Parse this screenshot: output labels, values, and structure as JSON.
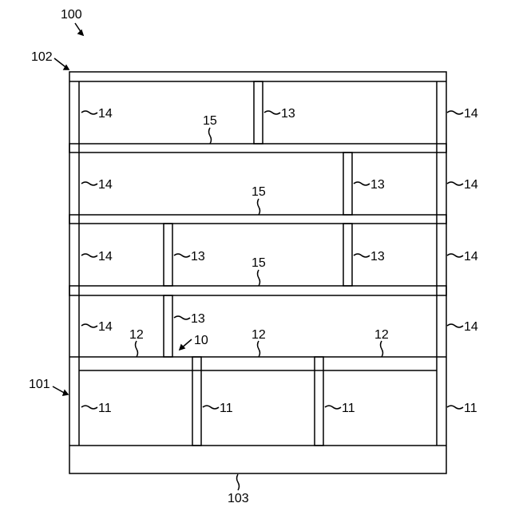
{
  "labels": {
    "ref_100": "100",
    "ref_102": "102",
    "ref_101": "101",
    "ref_103": "103",
    "ref_10": "10",
    "ref_11": "11",
    "ref_12": "12",
    "ref_13": "13",
    "ref_14": "14",
    "ref_15": "15"
  }
}
